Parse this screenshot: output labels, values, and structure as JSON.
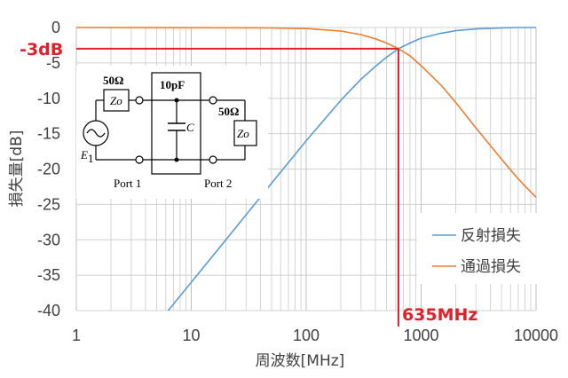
{
  "chart_data": {
    "type": "line",
    "xscale": "log",
    "xlim": [
      1,
      10000
    ],
    "ylim": [
      -40,
      0
    ],
    "x_ticks": [
      1,
      10,
      100,
      1000,
      10000
    ],
    "x_tick_labels": [
      "1",
      "10",
      "100",
      "1000",
      "10000"
    ],
    "y_ticks": [
      0,
      -5,
      -10,
      -15,
      -20,
      -25,
      -30,
      -35,
      -40
    ],
    "y_tick_labels": [
      "0",
      "-5",
      "-10",
      "-15",
      "-20",
      "-25",
      "-30",
      "-35",
      "-40"
    ],
    "xlabel": "周波数[MHz]",
    "ylabel": "損失量[dB]",
    "grid": "major and minor (log)",
    "legend_position": "lower-right",
    "series": [
      {
        "name": "反射損失",
        "color": "#5b9bd5",
        "x": [
          6.3,
          10,
          20,
          50,
          100,
          200,
          300,
          400,
          500,
          635,
          800,
          1000,
          1500,
          2000,
          3000,
          5000,
          7000,
          10000
        ],
        "y": [
          -40,
          -36,
          -30,
          -22,
          -16,
          -10.3,
          -7.3,
          -5.5,
          -4.2,
          -3.0,
          -2.2,
          -1.5,
          -0.8,
          -0.45,
          -0.2,
          -0.05,
          0,
          0
        ]
      },
      {
        "name": "通過損失",
        "color": "#ed7d31",
        "x": [
          1,
          50,
          100,
          200,
          300,
          400,
          500,
          635,
          800,
          1000,
          1500,
          2000,
          3000,
          5000,
          7000,
          10000
        ],
        "y": [
          0,
          -0.05,
          -0.15,
          -0.5,
          -1.0,
          -1.6,
          -2.2,
          -3.0,
          -4.0,
          -5.4,
          -8.2,
          -10.6,
          -14.2,
          -18.6,
          -21.4,
          -24.0
        ]
      }
    ],
    "annotations": [
      {
        "label": "-3dB",
        "y": -3,
        "x_end": 635,
        "color": "#e0202a"
      },
      {
        "label": "635MHz",
        "x": 635,
        "y_start": -3,
        "color": "#e0202a"
      }
    ]
  },
  "schematic": {
    "source_label": "E",
    "source_subscript": "1",
    "source_impedance": "50Ω",
    "source_box": "Zo",
    "capacitor_value": "10pF",
    "capacitor_label": "C",
    "load_impedance": "50Ω",
    "load_box": "Zo",
    "port1": "Port 1",
    "port2": "Port 2"
  }
}
